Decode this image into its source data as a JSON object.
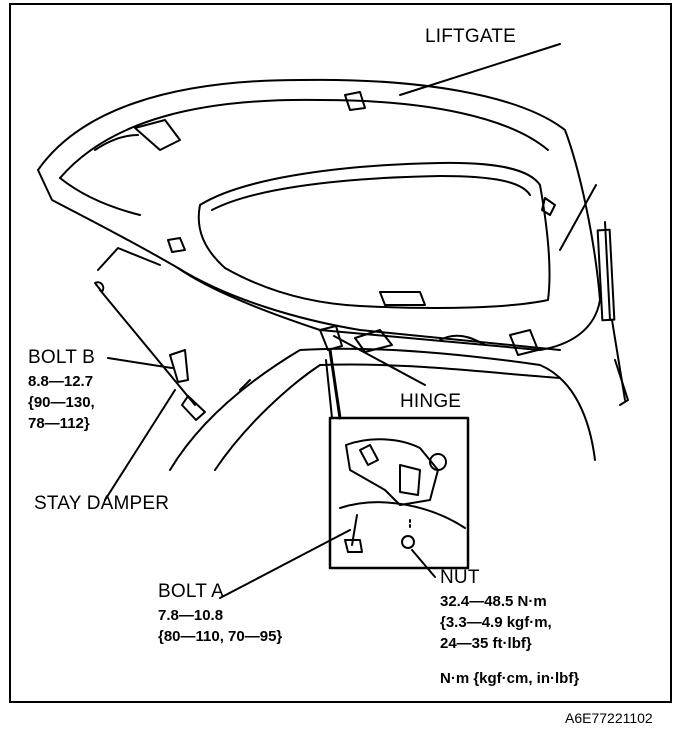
{
  "labels": {
    "liftgate": "LIFTGATE",
    "hinge": "HINGE",
    "stay_damper": "STAY DAMPER",
    "bolt_b": "BOLT B",
    "bolt_a": "BOLT A",
    "nut": "NUT"
  },
  "specs": {
    "bolt_b": [
      "8.8—12.7",
      "{90—130,",
      "78—112}"
    ],
    "bolt_a": [
      "7.8—10.8",
      "{80—110, 70—95}"
    ],
    "nut": [
      "32.4—48.5 N·m",
      "{3.3—4.9 kgf·m,",
      "24—35 ft·lbf}"
    ]
  },
  "unit_note": "N·m {kgf·cm, in·lbf}",
  "figure_code": "A6E77221102"
}
